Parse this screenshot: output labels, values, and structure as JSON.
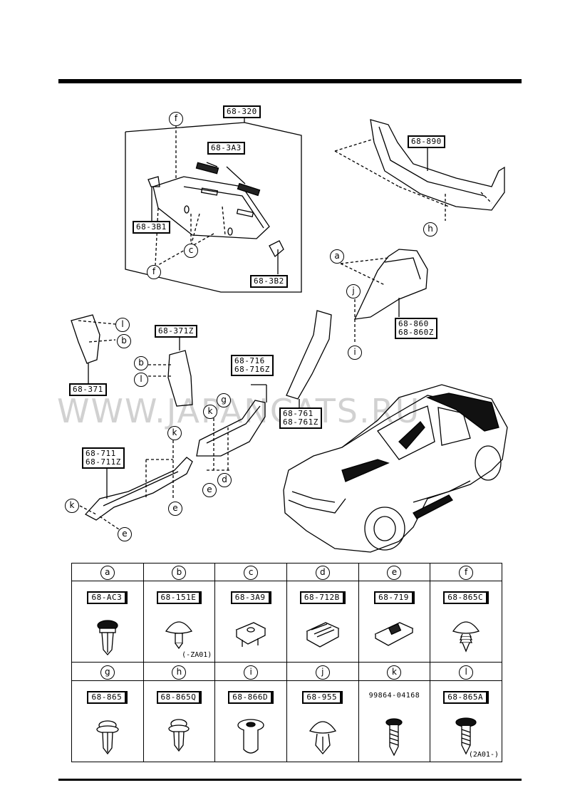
{
  "callouts": {
    "a": "a",
    "b": "b",
    "c": "c",
    "d": "d",
    "e": "e",
    "f": "f",
    "g": "g",
    "h": "h",
    "i": "i",
    "j": "j",
    "k": "k",
    "l": "l"
  },
  "diagram_labels": {
    "p320": "68-320",
    "p3a3": "68-3A3",
    "p3b1": "68-3B1",
    "p3b2": "68-3B2",
    "p890": "68-890",
    "p860": "68-860",
    "p860z": "68-860Z",
    "p371z": "68-371Z",
    "p371": "68-371",
    "p716": "68-716",
    "p716z": "68-716Z",
    "p761": "68-761",
    "p761z": "68-761Z",
    "p711": "68-711",
    "p711z": "68-711Z"
  },
  "watermark": "WWW.JAPANCATS.RU",
  "parts_table": [
    {
      "key": "a",
      "part": "68-AC3",
      "icon": "push-rivet-icon"
    },
    {
      "key": "b",
      "part": "68-151E",
      "note": "(-ZA01)",
      "icon": "mushroom-clip-icon"
    },
    {
      "key": "c",
      "part": "68-3A9",
      "icon": "u-nut-clip-icon"
    },
    {
      "key": "d",
      "part": "68-712B",
      "icon": "box-clip-icon"
    },
    {
      "key": "e",
      "part": "68-719",
      "icon": "sill-clip-icon"
    },
    {
      "key": "f",
      "part": "68-865C",
      "icon": "tree-clip-icon"
    },
    {
      "key": "g",
      "part": "68-865",
      "icon": "push-rivet-icon"
    },
    {
      "key": "h",
      "part": "68-865Q",
      "icon": "push-rivet-icon"
    },
    {
      "key": "i",
      "part": "68-866D",
      "icon": "grommet-icon"
    },
    {
      "key": "j",
      "part": "68-955",
      "icon": "snap-clip-icon"
    },
    {
      "key": "k",
      "part": "99864-04168",
      "icon": "screw-icon"
    },
    {
      "key": "l",
      "part": "68-865A",
      "note": "(2A01-)",
      "icon": "screw-icon"
    }
  ]
}
